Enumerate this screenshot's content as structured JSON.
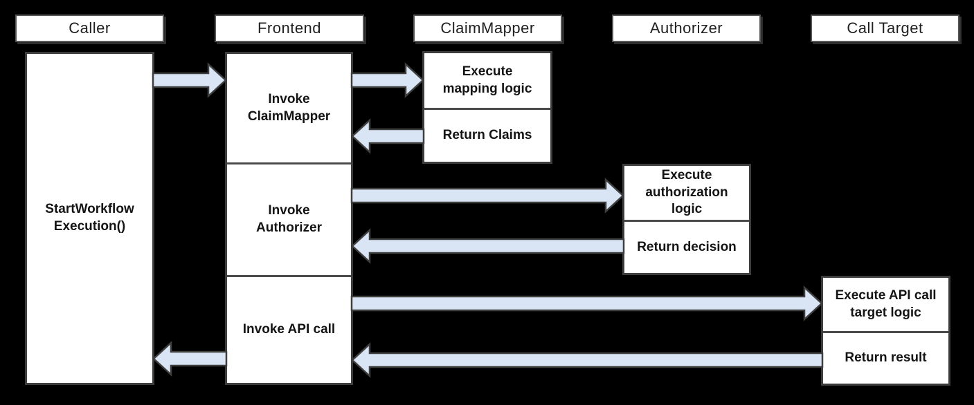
{
  "colors": {
    "background": "#000000",
    "box_fill": "#ffffff",
    "box_border": "#3d3d3d",
    "header_border": "#565656",
    "arrow_fill": "#d9e5f4",
    "arrow_outline": "#3f3f3f",
    "text": "#141414"
  },
  "actors": {
    "caller": "Caller",
    "frontend": "Frontend",
    "claim_mapper": "ClaimMapper",
    "authorizer": "Authorizer",
    "call_target": "Call Target"
  },
  "steps": {
    "caller": {
      "start_workflow": "StartWorkflow\nExecution()"
    },
    "frontend": {
      "invoke_claim_mapper": "Invoke\nClaimMapper",
      "invoke_authorizer": "Invoke\nAuthorizer",
      "invoke_api_call": "Invoke API call"
    },
    "claim_mapper": {
      "execute": "Execute\nmapping logic",
      "return": "Return Claims"
    },
    "authorizer": {
      "execute": "Execute\nauthorization\nlogic",
      "return": "Return decision"
    },
    "call_target": {
      "execute": "Execute API call\ntarget logic",
      "return": "Return result"
    }
  },
  "flows": [
    {
      "name": "caller-to-frontend",
      "from": "Caller",
      "to": "Frontend",
      "direction": "right"
    },
    {
      "name": "frontend-to-claimmapper",
      "from": "Frontend",
      "to": "ClaimMapper",
      "direction": "right"
    },
    {
      "name": "claimmapper-to-frontend",
      "from": "ClaimMapper",
      "to": "Frontend",
      "direction": "left"
    },
    {
      "name": "frontend-to-authorizer",
      "from": "Frontend",
      "to": "Authorizer",
      "direction": "right"
    },
    {
      "name": "authorizer-to-frontend",
      "from": "Authorizer",
      "to": "Frontend",
      "direction": "left"
    },
    {
      "name": "frontend-to-calltarget",
      "from": "Frontend",
      "to": "Call Target",
      "direction": "right"
    },
    {
      "name": "calltarget-to-frontend",
      "from": "Call Target",
      "to": "Frontend",
      "direction": "left"
    },
    {
      "name": "frontend-to-caller",
      "from": "Frontend",
      "to": "Caller",
      "direction": "left"
    }
  ]
}
